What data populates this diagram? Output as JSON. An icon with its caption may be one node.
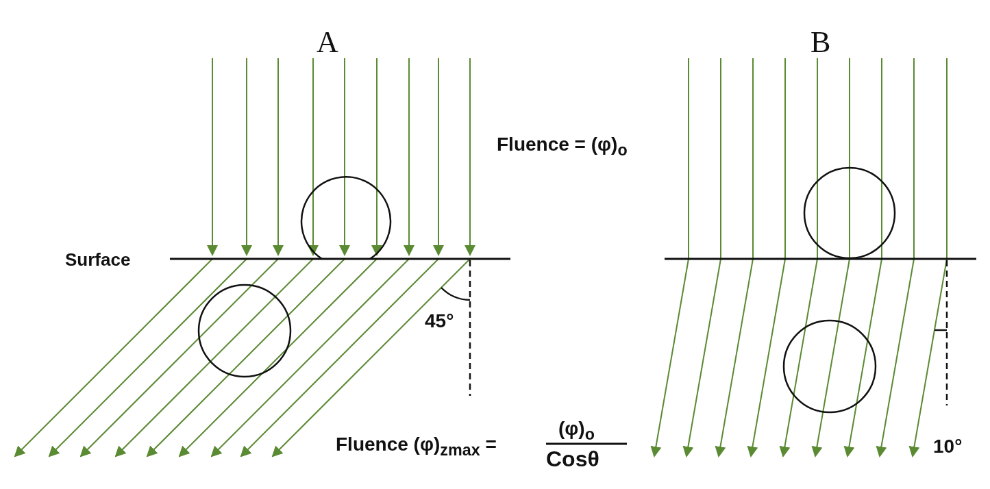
{
  "diagram": {
    "labels": [
      "A",
      "B",
      "Fluence = (φ)$_{o}$",
      "Surface",
      "45°",
      "10°",
      "Fluence (φ)$_{zmax}$ =",
      "(φ)$_{o}$",
      "Cosθ"
    ]
  }
}
